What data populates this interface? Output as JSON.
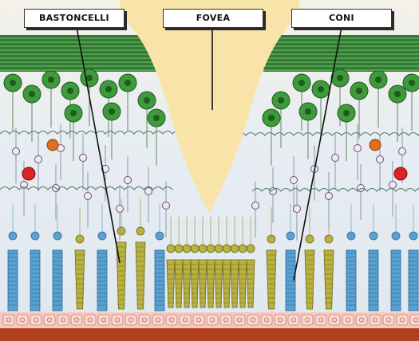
{
  "labels": {
    "rods": "BASTONCELLI",
    "fovea": "FOVEA",
    "cones": "CONI"
  },
  "colors": {
    "fovea_pit": "#f8e4a8",
    "ganglion_layer": "#3d8a3a",
    "ganglion_cell": "#3f9a3c",
    "bipolar_cell": "#eeeaf0",
    "horizontal_cell": "#e07020",
    "amacrine_cell": "#d82424",
    "rod_cell": "#5aa0d0",
    "cone_cell": "#b8b040",
    "pigment_epithelium": "#f5c8c0",
    "choroid": "#b04020"
  }
}
